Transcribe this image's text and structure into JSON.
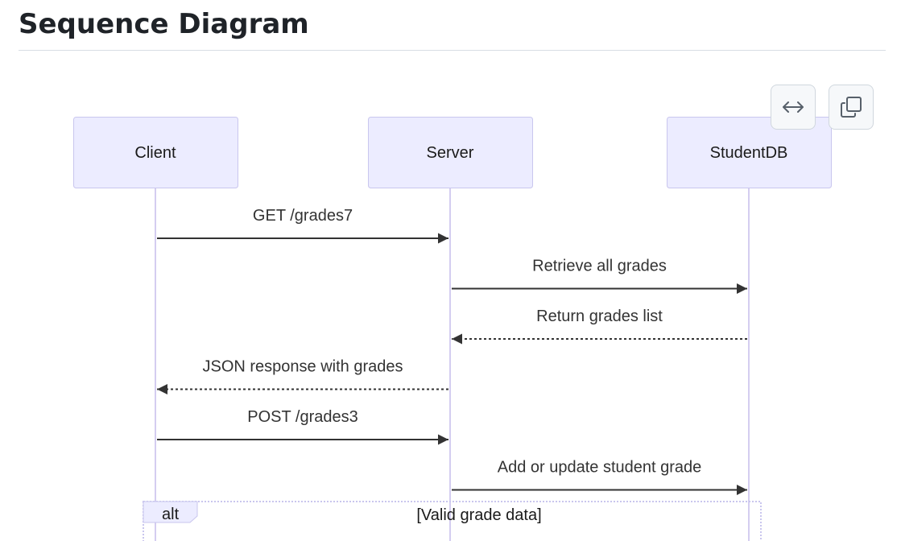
{
  "page": {
    "title": "Sequence Diagram"
  },
  "toolbar": {
    "expand_icon": "horizontal-arrows-icon",
    "copy_icon": "copy-icon"
  },
  "diagram": {
    "participants": [
      {
        "id": "client",
        "label": "Client"
      },
      {
        "id": "server",
        "label": "Server"
      },
      {
        "id": "db",
        "label": "StudentDB"
      }
    ],
    "messages": [
      {
        "from": "client",
        "to": "server",
        "label": "GET /grades7",
        "style": "solid"
      },
      {
        "from": "server",
        "to": "db",
        "label": "Retrieve all grades",
        "style": "solid"
      },
      {
        "from": "db",
        "to": "server",
        "label": "Return grades list",
        "style": "dashed"
      },
      {
        "from": "server",
        "to": "client",
        "label": "JSON response with grades",
        "style": "dashed"
      },
      {
        "from": "client",
        "to": "server",
        "label": "POST /grades3",
        "style": "solid"
      },
      {
        "from": "server",
        "to": "db",
        "label": "Add or update student grade",
        "style": "solid"
      }
    ],
    "fragment": {
      "type": "alt",
      "condition": "[Valid grade data]"
    },
    "colors": {
      "actor_fill": "#ececff",
      "actor_stroke": "#c9c6ee",
      "lifeline": "#d4cdf0",
      "arrow": "#333333",
      "fragment_stroke": "#c9c6ee"
    }
  }
}
